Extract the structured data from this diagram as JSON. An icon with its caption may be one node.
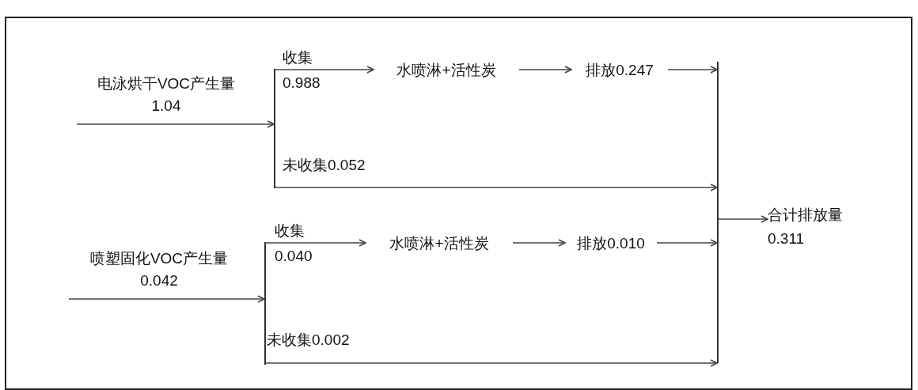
{
  "diagram": {
    "nodes": [
      {
        "text": [
          "电泳烘干VOC产生量",
          "1.04"
        ]
      },
      {
        "text": [],
        "shape": "bar"
      },
      {
        "text": [
          "水喷淋+活性炭"
        ]
      },
      {
        "text": [
          "排放0.247"
        ]
      },
      {
        "text": [],
        "shape": "bar"
      },
      {
        "text": [
          "合计排放量",
          "0.311"
        ]
      },
      {
        "text": [
          "喷塑固化VOC产生量",
          "0.042"
        ]
      },
      {
        "text": [],
        "shape": "bar"
      },
      {
        "text": [
          "水喷淋+活性炭"
        ]
      },
      {
        "text": [
          "排放0.010"
        ]
      }
    ],
    "edges": [
      {
        "from": 0,
        "to": 1,
        "arrow": "to"
      },
      {
        "from": 1,
        "to": 2,
        "arrow": "to",
        "label": "收集 0.988"
      },
      {
        "from": 2,
        "to": 3,
        "arrow": "to"
      },
      {
        "from": 3,
        "to": 4,
        "arrow": "to"
      },
      {
        "from": 1,
        "to": 4,
        "arrow": "to",
        "label": "未收集0.052"
      },
      {
        "from": 6,
        "to": 7,
        "arrow": "to"
      },
      {
        "from": 7,
        "to": 8,
        "arrow": "to",
        "label": "收集 0.040"
      },
      {
        "from": 8,
        "to": 9,
        "arrow": "to"
      },
      {
        "from": 9,
        "to": 4,
        "arrow": "to"
      },
      {
        "from": 7,
        "to": 4,
        "arrow": "to",
        "label": "未收集0.002"
      },
      {
        "from": 4,
        "to": 5,
        "arrow": "to"
      }
    ]
  }
}
